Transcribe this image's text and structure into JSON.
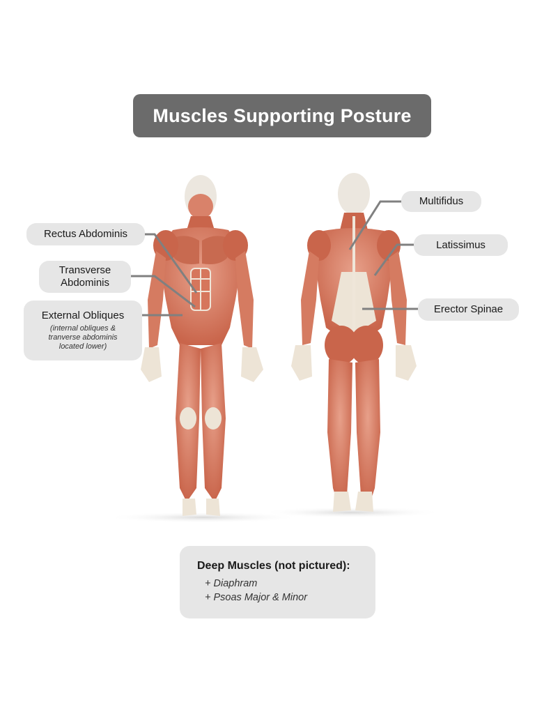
{
  "title": "Muscles Supporting Posture",
  "front_labels": {
    "rectus": "Rectus Abdominis",
    "transverse_line1": "Transverse",
    "transverse_line2": "Abdominis",
    "obliques": "External Obliques",
    "obliques_note_1": "(internal obliques &",
    "obliques_note_2": "tranverse abdominis",
    "obliques_note_3": "located lower)"
  },
  "back_labels": {
    "multifidus": "Multifidus",
    "latissimus": "Latissimus",
    "erector": "Erector Spinae"
  },
  "deep_muscles": {
    "heading": "Deep Muscles (not pictured):",
    "item1": "+ Diaphram",
    "item2": "+ Psoas Major & Minor"
  },
  "colors": {
    "title_bg": "#6b6b6b",
    "label_bg": "#e6e6e6",
    "muscle": "#d9826a",
    "tendon": "#ede4d6",
    "leader": "#808080"
  }
}
